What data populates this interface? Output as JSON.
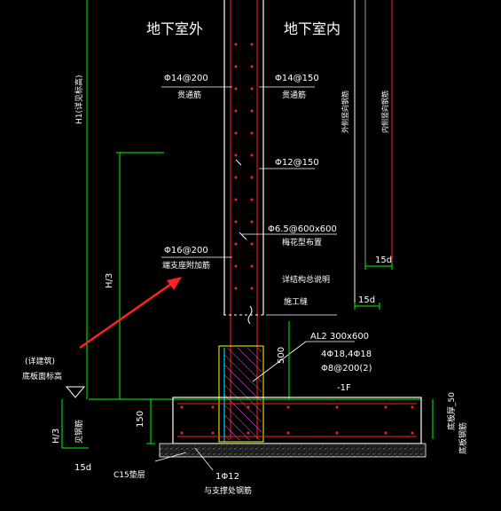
{
  "labels": {
    "outside": "地下室外",
    "inside": "地下室内",
    "top_left_vertical": "H1(详见标高)",
    "bar_out_1": "Φ14@200",
    "bar_out_1_note": "贯通筋",
    "bar_in_1": "Φ14@150",
    "bar_in_1_note": "贯通筋",
    "bar_in_2": "Φ12@150",
    "outer_vertical_note": "外侧竖向钢筋",
    "inner_vertical_note": "内侧竖向钢筋",
    "tie_bar": "Φ6.5@600x600",
    "tie_bar_note": "梅花型布置",
    "bar_out_2": "Φ16@200",
    "bar_out_2_note": "端支座附加筋",
    "dim_h3": "H/3",
    "dim_15d_upper": "15d",
    "dim_15d_lower": "15d",
    "construction_joint_ref": "详结构总说明",
    "construction_joint": "施工缝",
    "beam_name": "AL2 300x600",
    "beam_rebar_1": "4Φ18,4Φ18",
    "beam_rebar_2": "Φ8@200(2)",
    "beam_floor": "-1F",
    "dim_500": "500",
    "backfill_note_1": "(详建筑)",
    "backfill_note_2": "底板面标高",
    "slab_thickness_note": "底板厚_50",
    "slab_rebar_note": "底板钢筋",
    "dim_h3_lower": "H/3",
    "anchor_note": "见钢筋",
    "dim_150": "150",
    "dim_15d_bottom": "15d",
    "cushion": "C15垫层",
    "bottom_bar": "1Φ12",
    "bottom_bar_note": "与支撑处钢筋"
  },
  "colors": {
    "background": "#000000",
    "wall": "#ffffff",
    "green": "#00ff00",
    "red": "#ff2020",
    "yellow": "#ffff00",
    "cyan": "#00ffff",
    "magenta": "#ff44ff",
    "text": "#ffffff"
  }
}
